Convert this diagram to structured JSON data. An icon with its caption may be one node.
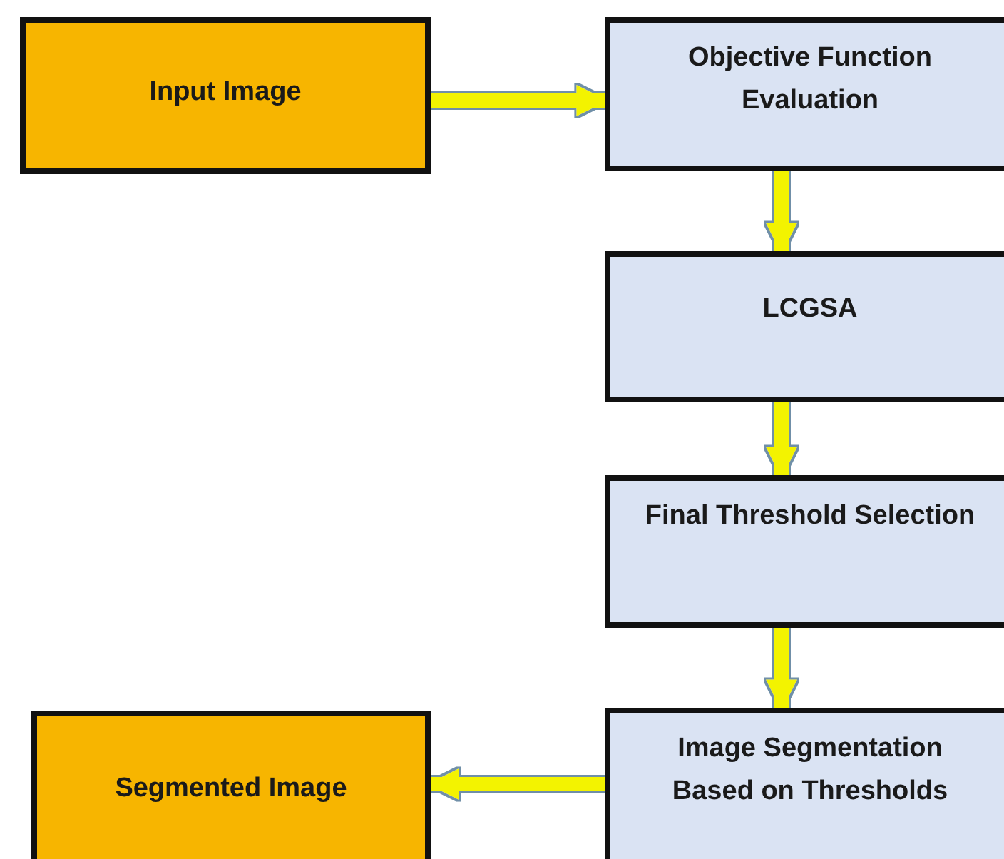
{
  "diagram": {
    "nodes": [
      {
        "text": [
          "Input Image"
        ]
      },
      {
        "text": [
          "Objective Function Evaluation"
        ]
      },
      {
        "text": [
          "LCGSA"
        ]
      },
      {
        "text": [
          "Final Threshold Selection"
        ]
      },
      {
        "text": [
          "Image Segmentation Based on Thresholds"
        ]
      },
      {
        "text": [
          "Segmented Image"
        ]
      }
    ],
    "edges": [
      {
        "from": 0,
        "to": 1,
        "arrow": "to"
      },
      {
        "from": 1,
        "to": 2,
        "arrow": "to"
      },
      {
        "from": 2,
        "to": 3,
        "arrow": "to"
      },
      {
        "from": 3,
        "to": 4,
        "arrow": "to"
      },
      {
        "from": 4,
        "to": 5,
        "arrow": "to"
      }
    ]
  }
}
